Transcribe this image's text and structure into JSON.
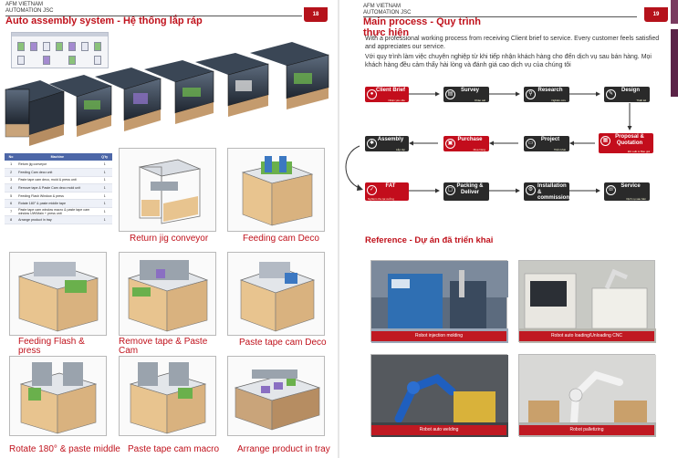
{
  "left": {
    "header": {
      "company": "AFM VIETNAM",
      "sub": "AUTOMATION JSC",
      "page": "18"
    },
    "title": "Auto assembly system - Hệ thống lắp ráp",
    "table": {
      "headers": [
        "No",
        "Machine",
        "Q'ty"
      ],
      "rows": [
        [
          "1",
          "Return jig conveyor",
          "1"
        ],
        [
          "2",
          "Feeding Cam deco unit",
          "1"
        ],
        [
          "3",
          "Paste tape cam deco, mold & press unit",
          "1"
        ],
        [
          "4",
          "Remove tape & Paste Cam deco mold unit",
          "1"
        ],
        [
          "5",
          "Feeding Flash Window & press",
          "1"
        ],
        [
          "6",
          "Rotate 180° & paste middle tape",
          "1"
        ],
        [
          "7",
          "Paste tape cam window macro & paste tape cam window UW/Main + press unit",
          "1"
        ],
        [
          "8",
          "Arrange product in tray",
          "1"
        ]
      ]
    },
    "machines": [
      {
        "caption": "Return jig conveyor"
      },
      {
        "caption": "Feeding cam Deco"
      },
      {
        "caption": "Feeding Flash & press"
      },
      {
        "caption": "Remove tape & Paste Cam"
      },
      {
        "caption": "Paste tape cam Deco"
      },
      {
        "caption": "Rotate 180° & paste middle"
      },
      {
        "caption": "Paste tape cam macro"
      },
      {
        "caption": "Arrange product in tray"
      }
    ]
  },
  "right": {
    "header": {
      "company": "AFM VIETNAM",
      "sub": "AUTOMATION JSC",
      "page": "19"
    },
    "title": "Main process - Quy trình thực hiện",
    "intro_en": "With a professional working process from receiving Client brief to service. Every customer feels satisfied and appreciates our service.",
    "intro_vi": "Với quy trình làm việc chuyên nghiệp từ khi tiếp nhận khách hàng cho đến dịch vụ sau bán hàng. Mọi khách hàng đều cảm thấy hài lòng và đánh giá cao dịch vụ của chúng tôi",
    "steps": [
      {
        "label": "Client Brief",
        "sub": "Nhận yêu cầu"
      },
      {
        "label": "Survey",
        "sub": "Khảo sát"
      },
      {
        "label": "Research",
        "sub": "Nghiên cứu"
      },
      {
        "label": "Design",
        "sub": "Thiết kế"
      },
      {
        "label": "Proposal & Quotation",
        "sub": "Đề xuất & Báo giá"
      },
      {
        "label": "Project",
        "sub": "Triển khai"
      },
      {
        "label": "Purchase",
        "sub": "Mua hàng"
      },
      {
        "label": "Assembly",
        "sub": "Lắp ráp"
      },
      {
        "label": "FAT",
        "sub": "Nghiệm thu tại xưởng"
      },
      {
        "label": "Packing & Deliver",
        "sub": ""
      },
      {
        "label": "Installation & commissioning",
        "sub": ""
      },
      {
        "label": "Service",
        "sub": "Dịch vụ sau bán"
      }
    ],
    "ref_title": "Reference - Dự án đã triển khai",
    "references": [
      {
        "caption": "Robot injection molding"
      },
      {
        "caption": "Robot auto loading/Unloading CNC"
      },
      {
        "caption": "Robot auto welding"
      },
      {
        "caption": "Robot palletizing"
      }
    ]
  },
  "colors": {
    "accent": "#c0121c",
    "table_header": "#4d67a8",
    "step_red": "#c30d1c",
    "step_dark": "#2a2a2a"
  }
}
